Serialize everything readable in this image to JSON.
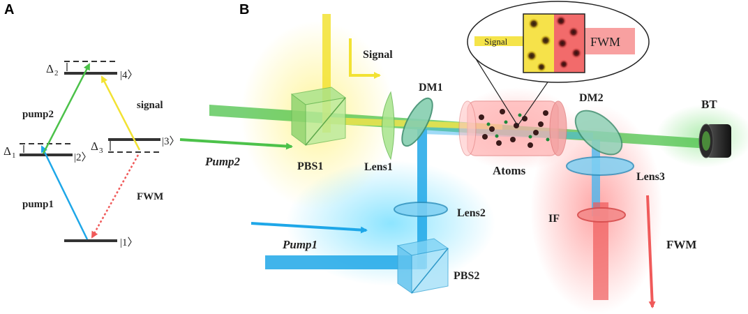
{
  "panels": {
    "a": "A",
    "b": "B"
  },
  "levels": {
    "l1": "|1〉",
    "l2": "|2〉",
    "l3": "|3〉",
    "l4": "|4〉",
    "delta1": "Δ",
    "delta1_sub": "1",
    "delta2": "Δ",
    "delta2_sub": "2",
    "delta3": "Δ",
    "delta3_sub": "3"
  },
  "transitions": {
    "pump1": "pump1",
    "pump2": "pump2",
    "signal": "signal",
    "fwm": "FWM"
  },
  "setup": {
    "signal": "Signal",
    "pump2": "Pump2",
    "pbs1": "PBS1",
    "lens1": "Lens1",
    "dm1": "DM1",
    "atoms": "Atoms",
    "dm2": "DM2",
    "bt": "BT",
    "lens3": "Lens3",
    "lens2": "Lens2",
    "if": "IF",
    "pump1": "Pump1",
    "pbs2": "PBS2",
    "fwm": "FWM"
  },
  "inset": {
    "signal": "Signal",
    "fwm": "FWM"
  },
  "colors": {
    "pump1": "#1ea7e8",
    "pump2": "#4cc24a",
    "signal": "#f2e233",
    "fwm": "#f05a5a"
  }
}
